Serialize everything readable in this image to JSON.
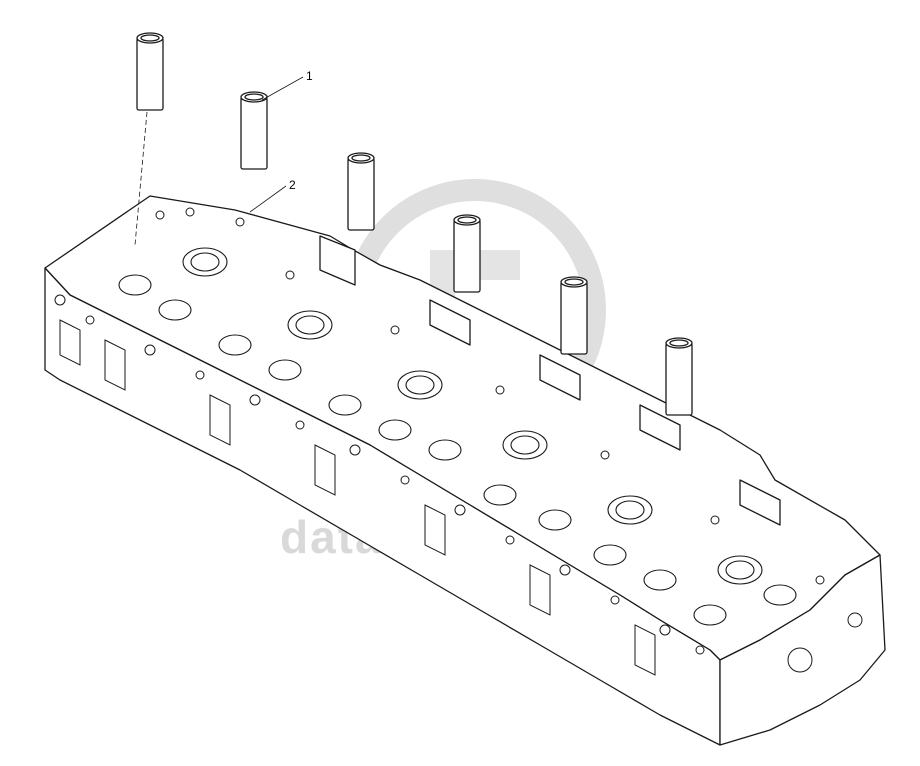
{
  "callouts": [
    {
      "label": "1"
    },
    {
      "label": "2"
    }
  ],
  "watermark": {
    "text": "data-parts",
    "color": "#d9d9d9"
  },
  "colors": {
    "line": "#1a1a1a",
    "fill": "#ffffff"
  }
}
